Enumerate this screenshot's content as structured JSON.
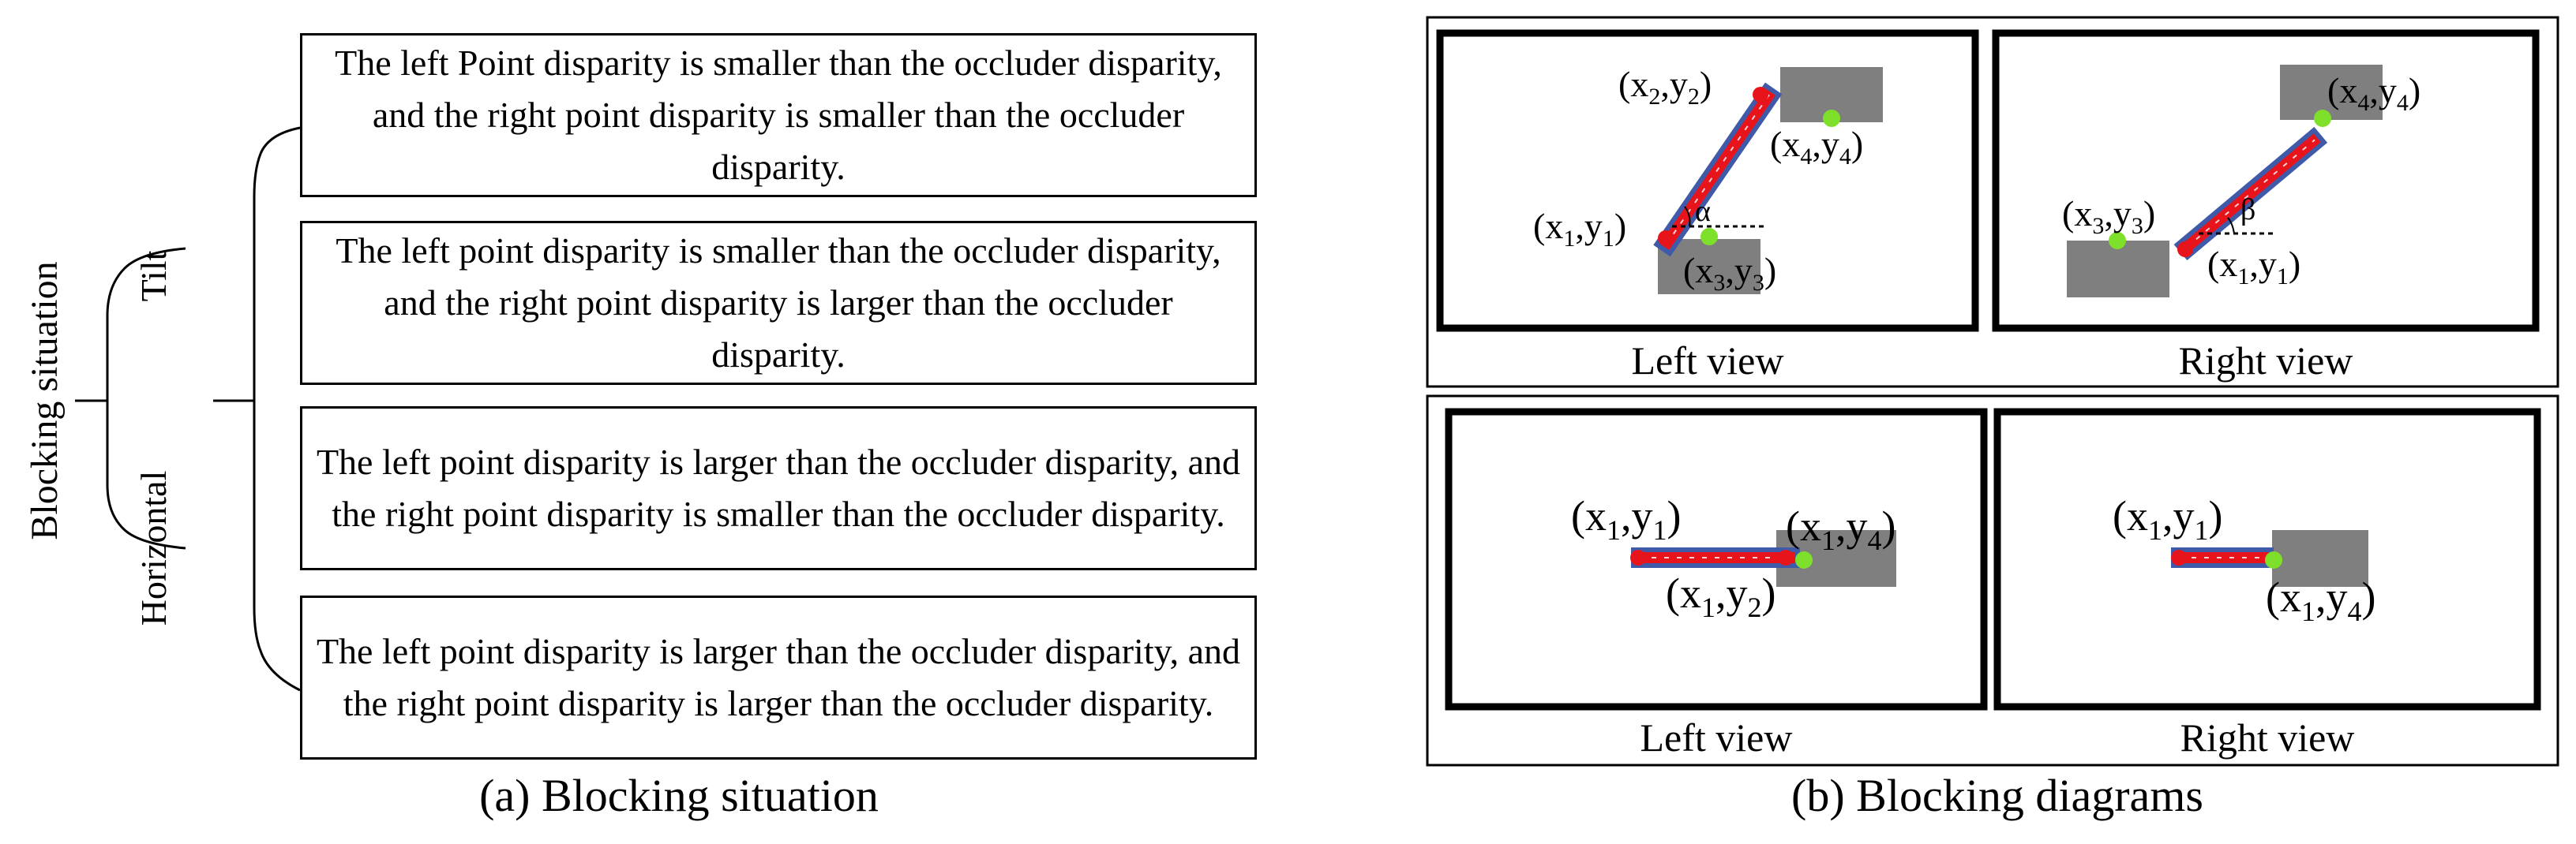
{
  "panel_a": {
    "root_label": "Blocking situation",
    "branches": [
      "Tilt",
      "Horizontal"
    ],
    "cases": [
      "The left Point disparity is smaller than the occluder disparity, and the right point disparity is smaller than the occluder disparity.",
      "The left point disparity is smaller than the occluder disparity, and the right point disparity is larger than the occluder disparity.",
      "The left point disparity is larger than the occluder disparity, and the right point disparity is smaller than the occluder disparity.",
      "The left point disparity is larger than the occluder disparity, and the right point disparity is larger than the occluder disparity."
    ],
    "caption": "(a) Blocking situation"
  },
  "panel_b": {
    "caption": "(b) Blocking diagrams",
    "view_labels": {
      "left": "Left view",
      "right": "Right view"
    },
    "tilt": {
      "left_view": {
        "labels": [
          "(x2,y2)",
          "(x4,y4)",
          "(x1,y1)",
          "(x3,y3)"
        ],
        "angle": "α"
      },
      "right_view": {
        "labels": [
          "(x4,y4)",
          "(x3,y3)",
          "(x1,y1)"
        ],
        "angle": "β"
      }
    },
    "horizontal": {
      "left_view": {
        "labels": [
          "(x1,y1)",
          "(x1,y4)",
          "(x1,y2)"
        ]
      },
      "right_view": {
        "labels": [
          "(x1,y1)",
          "(x1,y4)"
        ]
      }
    },
    "colors": {
      "occluder": "#7f7f7f",
      "line_fill": "#e8141c",
      "line_border": "#3e5aa8",
      "endpoint": "#e8141c",
      "point": "#7ee02a",
      "frame": "#000000"
    }
  }
}
